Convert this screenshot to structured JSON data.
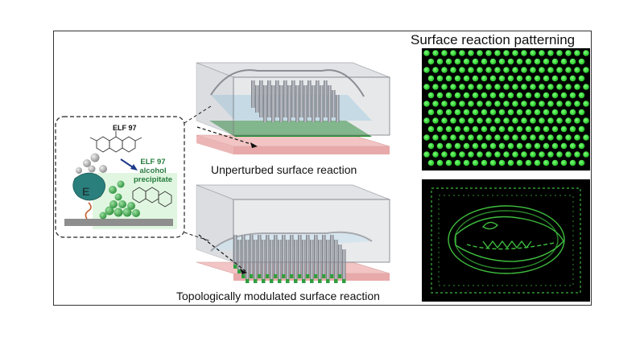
{
  "labels": {
    "patterning_title": "Surface reaction patterning",
    "unperturbed_caption": "Unperturbed surface reaction",
    "topological_caption": "Topologically modulated surface reaction",
    "elf97": "ELF 97",
    "precipitate": "ELF 97 alcohol precipitate",
    "enzyme": "E"
  },
  "colors": {
    "panel_bg": "#000000",
    "dot": "#2fd52f",
    "chamber_floor": "#1f8f2e",
    "base_slab": "#f2c4c4",
    "fluid": "#8fd0ee",
    "enzyme": "#2a7f7c",
    "precipitate": "#3caa4a"
  }
}
